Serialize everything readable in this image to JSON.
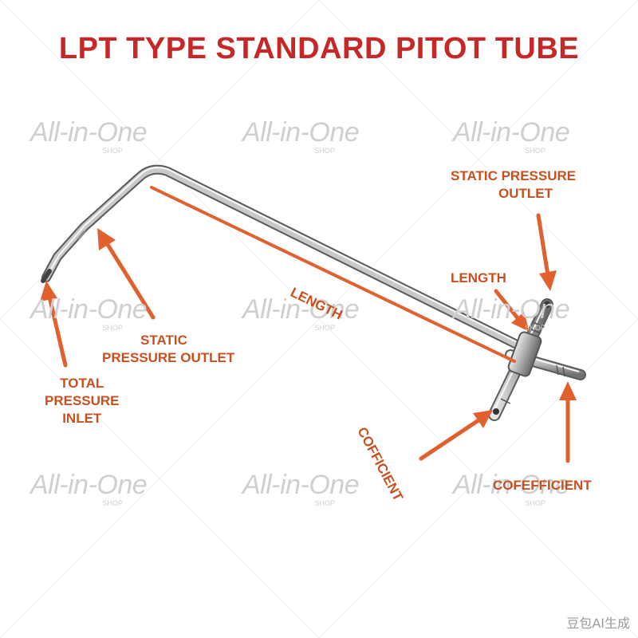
{
  "title": {
    "text": "LPT TYPE STANDARD PITOT TUBE",
    "color": "#c62828"
  },
  "label_color": "#c8501e",
  "arrow_color": "#e0612e",
  "labels": {
    "total_pressure_inlet": [
      "TOTAL",
      "PRESSURE",
      "INLET"
    ],
    "static_pressure_outlet_left": [
      "STATIC",
      "PRESSURE OUTLET"
    ],
    "length_main": "LENGTH",
    "static_pressure_outlet_top": [
      "STATIC PRESSURE",
      "OUTLET"
    ],
    "length_small": "LENGTH",
    "cofficient_left": "COFFICIENT",
    "cofficient_right": "COFEFFICIENT"
  },
  "watermark": {
    "brand": "All-in-One",
    "sub": "SHOP"
  },
  "corner_mark": "豆包AI生成"
}
